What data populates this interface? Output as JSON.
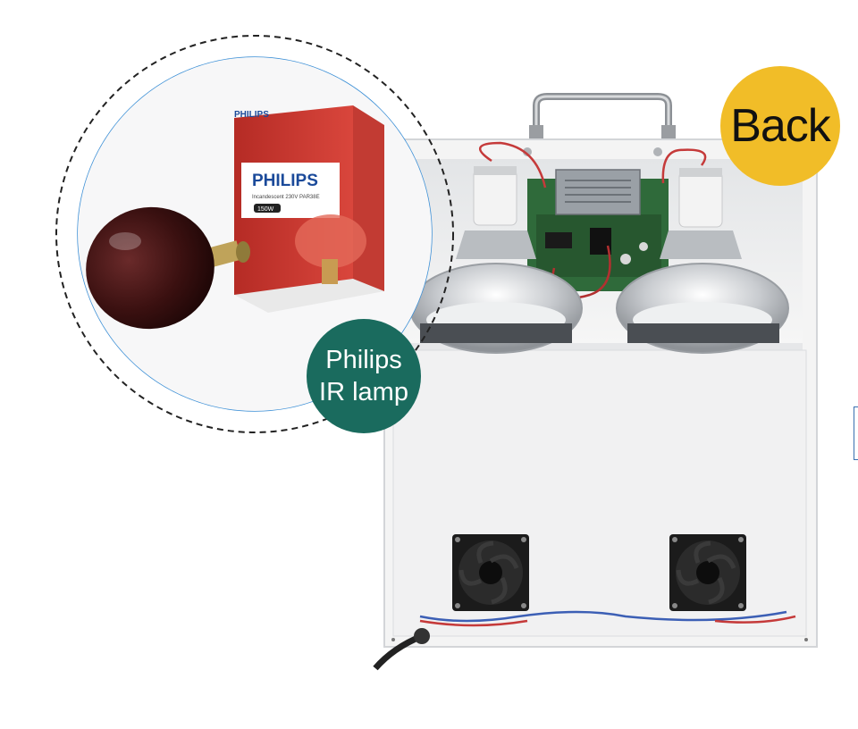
{
  "badges": {
    "back_label": "Back",
    "lamp_line1": "Philips",
    "lamp_line2": "IR lamp"
  },
  "product_box": {
    "brand": "PHILIPS",
    "brand_small": "PHILIPS",
    "spec_text": "Incandescent 230V PAR38E",
    "wattage": "150W"
  },
  "colors": {
    "back_badge": "#f1bd28",
    "lamp_badge": "#1a6b5e",
    "box_red": "#c8342c",
    "cabinet_white": "#f4f4f4"
  }
}
